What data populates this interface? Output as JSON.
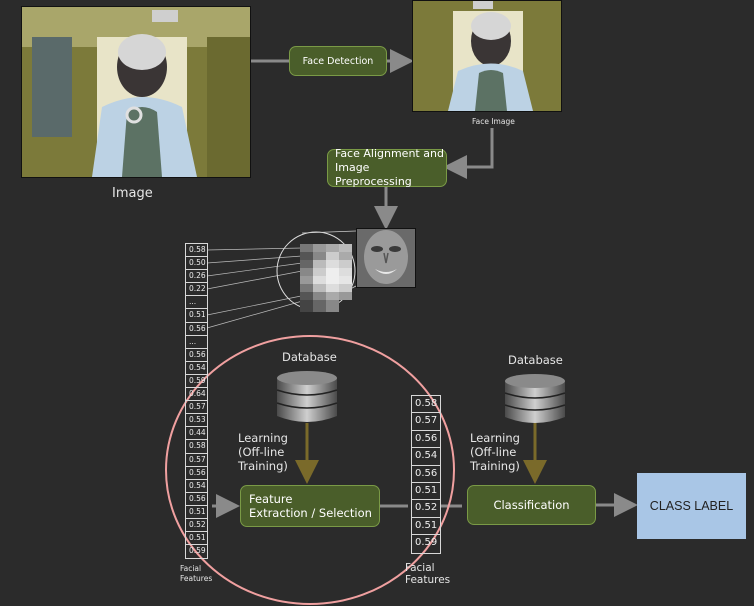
{
  "images": {
    "input_caption": "Image",
    "face_caption": "Face Image"
  },
  "steps": {
    "face_detection": "Face Detection",
    "alignment_line1": "Face Alignment and",
    "alignment_line2": "Image Preprocessing",
    "feature_line1": "Feature",
    "feature_line2": "Extraction / Selection",
    "classification": "Classification"
  },
  "database": {
    "left_label": "Database",
    "right_label": "Database"
  },
  "learning": {
    "line1": "Learning",
    "line2": "(Off-line",
    "line3": "Training)"
  },
  "class_label": "CLASS LABEL",
  "facial_features_label": [
    "Facial",
    "Features"
  ],
  "raw_features": [
    "0.58",
    "0.50",
    "0.26",
    "0.22",
    "...",
    "0.51",
    "0.56",
    "...",
    "0.56",
    "0.54",
    "0.59",
    "0.64",
    "0.57",
    "0.53",
    "0.44",
    "0.58",
    "0.57",
    "0.56",
    "0.54",
    "0.56",
    "0.51",
    "0.52",
    "0.51",
    "0.59"
  ],
  "selected_features": [
    "0.58",
    "0.57",
    "0.56",
    "0.54",
    "0.56",
    "0.51",
    "0.52",
    "0.51",
    "0.59"
  ],
  "colors": {
    "background": "#2b2b2b",
    "step_box": "#4a5e2a",
    "arrow": "#8a8a8a",
    "learning_arrow": "#7a6a2a",
    "highlight_circle": "#f0a0a0",
    "class_label_box": "#a9c6e6"
  }
}
